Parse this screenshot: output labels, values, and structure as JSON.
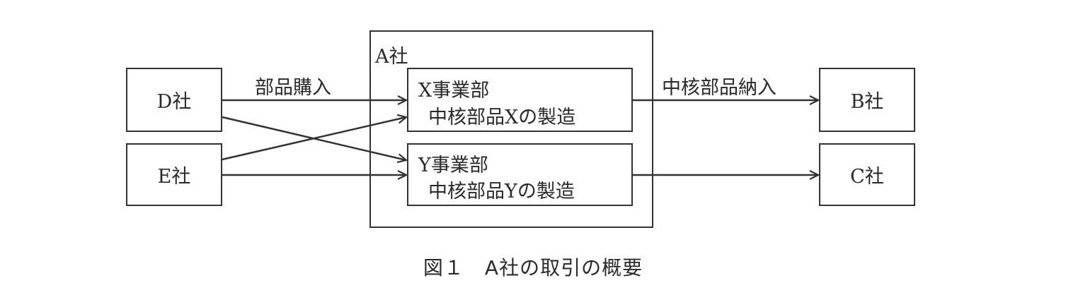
{
  "company_a": {
    "label": "A社"
  },
  "company_d": {
    "label": "D社"
  },
  "company_e": {
    "label": "E社"
  },
  "company_b": {
    "label": "B社"
  },
  "company_c": {
    "label": "C社"
  },
  "division_x": {
    "name": "X事業部",
    "role": "中核部品Xの製造"
  },
  "division_y": {
    "name": "Y事業部",
    "role": "中核部品Yの製造"
  },
  "edge_labels": {
    "purchase": "部品購入",
    "delivery": "中核部品納入"
  },
  "caption": "図１　A社の取引の概要"
}
